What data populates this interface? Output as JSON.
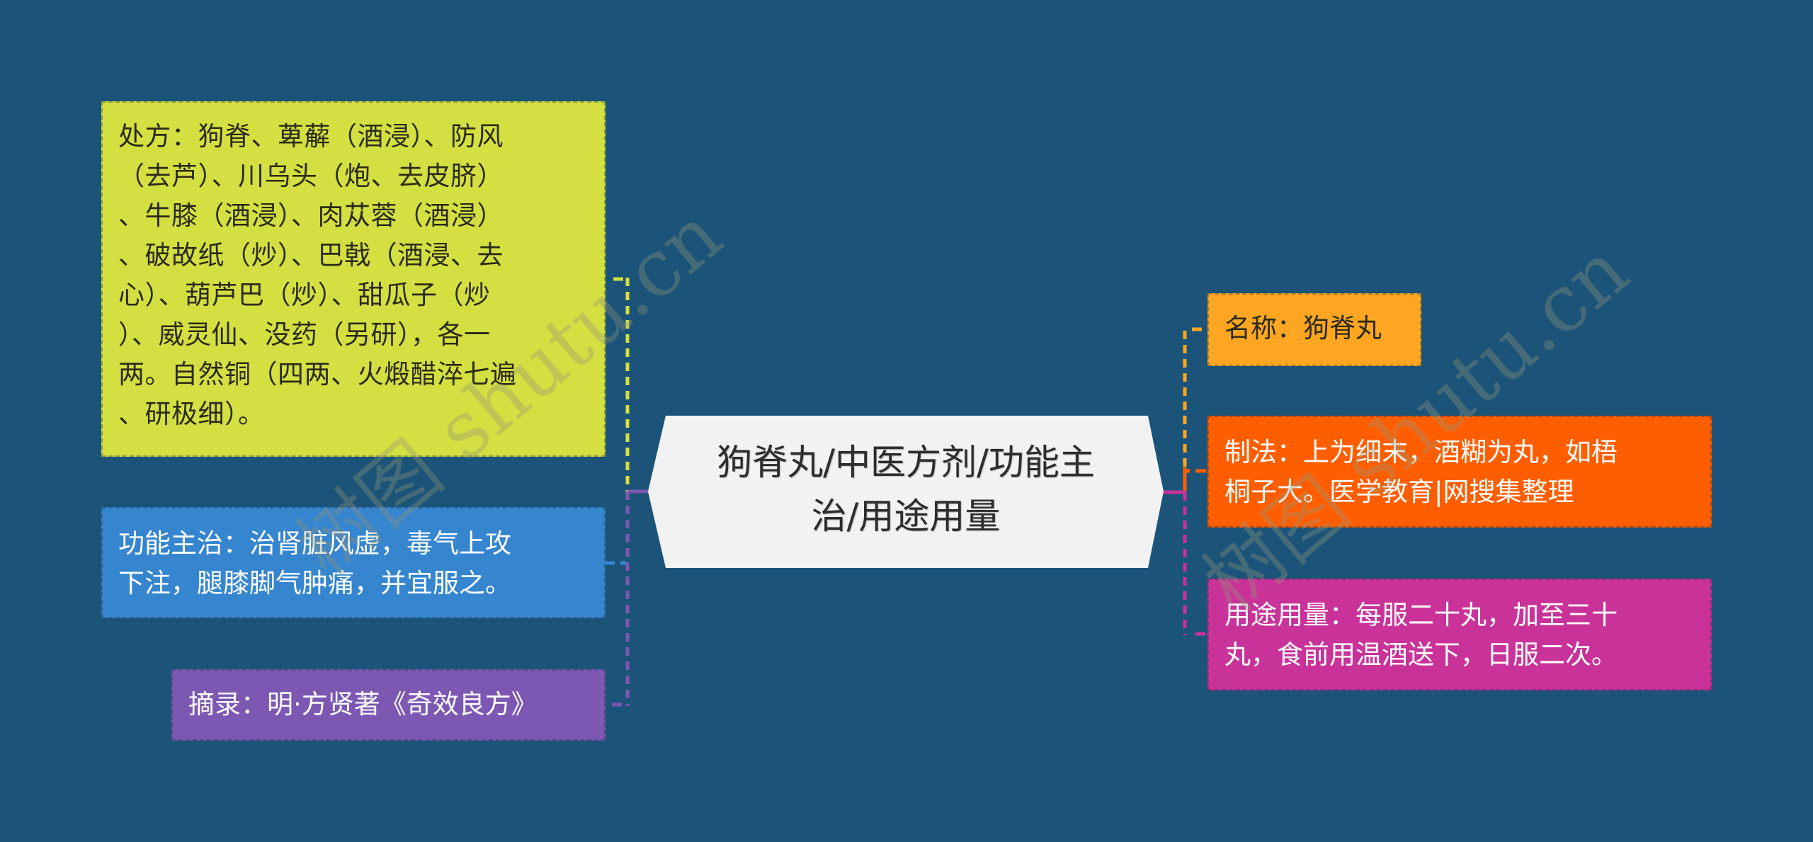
{
  "diagram": {
    "type": "mind-map",
    "background": "#1b5478",
    "center": {
      "title": "狗脊丸/中医方剂/功能主治/用途用量",
      "lines": [
        "狗脊丸/中医方剂/功能主",
        "治/用途用量"
      ],
      "color": "#f2f2f2"
    },
    "left_branches": [
      {
        "id": "prescription",
        "color": "#d4df41",
        "lines": [
          "处方：狗脊、萆薢（酒浸）、防风",
          "（去芦）、川乌头（炮、去皮脐）",
          "、牛膝（酒浸）、肉苁蓉（酒浸）",
          "、破故纸（炒）、巴戟（酒浸、去",
          "心）、葫芦巴（炒）、甜瓜子（炒",
          "）、威灵仙、没药（另研），各一",
          "两。自然铜（四两、火煅醋淬七遍",
          "、研极细）。"
        ]
      },
      {
        "id": "function",
        "color": "#3585cf",
        "lines": [
          "功能主治：治肾脏风虚，毒气上攻",
          "下注，腿膝脚气肿痛，并宜服之。"
        ]
      },
      {
        "id": "excerpt",
        "color": "#7c58b3",
        "lines": [
          "摘录：明·方贤著《奇效良方》"
        ]
      }
    ],
    "right_branches": [
      {
        "id": "name",
        "color": "#fea621",
        "lines": [
          "名称：狗脊丸"
        ]
      },
      {
        "id": "method",
        "color": "#ff5e00",
        "lines": [
          "制法：上为细末，酒糊为丸，如梧",
          "桐子大。医学教育|网搜集整理"
        ]
      },
      {
        "id": "usage",
        "color": "#c93399",
        "lines": [
          "用途用量：每服二十丸，加至三十",
          "丸，食前用温酒送下，日服二次。"
        ]
      }
    ],
    "watermarks": [
      "树图 shutu.cn",
      "树图 shutu.cn"
    ]
  }
}
